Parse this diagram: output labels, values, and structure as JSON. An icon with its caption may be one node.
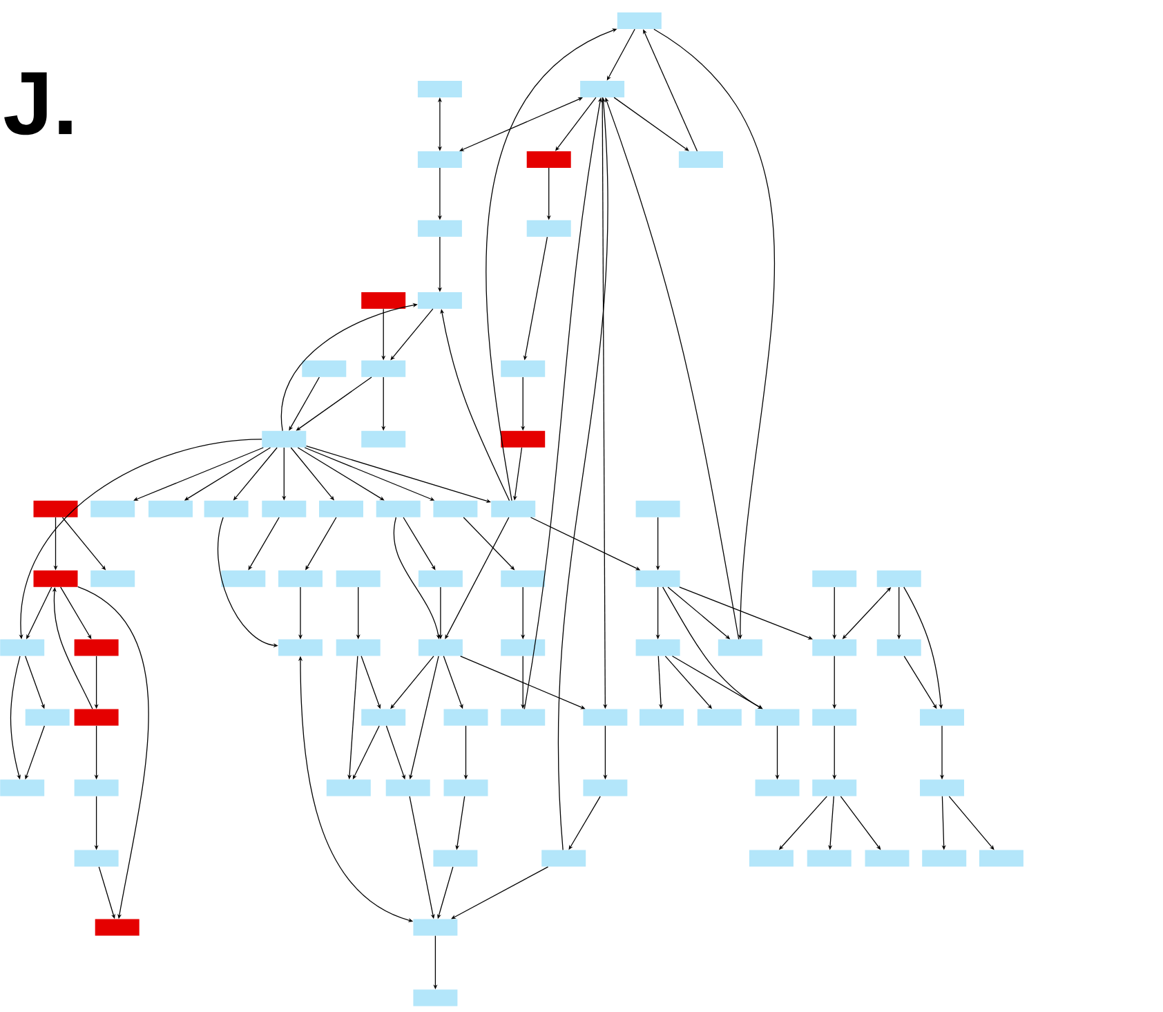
{
  "diagram": {
    "nodes": [
      {
        "text": [],
        "shape": "box"
      },
      {
        "text": [],
        "shape": "box"
      },
      {
        "text": [],
        "shape": "box"
      },
      {
        "text": [],
        "shape": "box"
      },
      {
        "text": [],
        "shape": "box"
      },
      {
        "text": [],
        "shape": "box"
      },
      {
        "text": [],
        "shape": "box"
      },
      {
        "text": [],
        "shape": "box"
      },
      {
        "text": [],
        "shape": "box"
      },
      {
        "text": [],
        "shape": "box"
      },
      {
        "text": [],
        "shape": "box"
      },
      {
        "text": [],
        "shape": "box"
      },
      {
        "text": [],
        "shape": "box"
      },
      {
        "text": [],
        "shape": "box"
      },
      {
        "text": [],
        "shape": "box"
      },
      {
        "text": [],
        "shape": "box"
      },
      {
        "text": [],
        "shape": "box"
      },
      {
        "text": [],
        "shape": "box"
      },
      {
        "text": [],
        "shape": "box"
      },
      {
        "text": [],
        "shape": "box"
      },
      {
        "text": [],
        "shape": "box"
      },
      {
        "text": [],
        "shape": "box"
      },
      {
        "text": [],
        "shape": "box"
      },
      {
        "text": [],
        "shape": "box"
      },
      {
        "text": [],
        "shape": "box"
      },
      {
        "text": [],
        "shape": "box"
      },
      {
        "text": [],
        "shape": "box"
      },
      {
        "text": [],
        "shape": "box"
      },
      {
        "text": [],
        "shape": "box"
      },
      {
        "text": [],
        "shape": "box"
      },
      {
        "text": [],
        "shape": "box"
      },
      {
        "text": [],
        "shape": "box"
      },
      {
        "text": [],
        "shape": "box"
      },
      {
        "text": [],
        "shape": "box"
      },
      {
        "text": [],
        "shape": "box"
      },
      {
        "text": [],
        "shape": "box"
      },
      {
        "text": [],
        "shape": "box"
      },
      {
        "text": [],
        "shape": "box"
      },
      {
        "text": [],
        "shape": "box"
      },
      {
        "text": [],
        "shape": "box"
      },
      {
        "text": [],
        "shape": "box"
      },
      {
        "text": [],
        "shape": "box"
      },
      {
        "text": [],
        "shape": "box"
      },
      {
        "text": [],
        "shape": "box"
      },
      {
        "text": [],
        "shape": "box"
      },
      {
        "text": [],
        "shape": "box"
      },
      {
        "text": [],
        "shape": "box"
      },
      {
        "text": [],
        "shape": "box"
      },
      {
        "text": [],
        "shape": "box"
      },
      {
        "text": [],
        "shape": "box"
      },
      {
        "text": [],
        "shape": "box"
      },
      {
        "text": [],
        "shape": "box"
      },
      {
        "text": [],
        "shape": "box"
      },
      {
        "text": [],
        "shape": "box"
      },
      {
        "text": [],
        "shape": "box"
      },
      {
        "text": [],
        "shape": "box"
      },
      {
        "text": [],
        "shape": "box"
      },
      {
        "text": [],
        "shape": "box"
      },
      {
        "text": [],
        "shape": "box"
      },
      {
        "text": [],
        "shape": "box"
      },
      {
        "text": [],
        "shape": "box"
      },
      {
        "text": [],
        "shape": "box"
      },
      {
        "text": [],
        "shape": "box"
      },
      {
        "text": [],
        "shape": "box"
      },
      {
        "text": [],
        "shape": "box"
      },
      {
        "text": [],
        "shape": "box"
      },
      {
        "text": [],
        "shape": "box"
      },
      {
        "text": [],
        "shape": "box"
      },
      {
        "text": [],
        "shape": "box"
      },
      {
        "text": [],
        "shape": "box"
      },
      {
        "text": [],
        "shape": "box"
      },
      {
        "text": [],
        "shape": "box"
      },
      {
        "text": [],
        "shape": "box"
      },
      {
        "text": [],
        "shape": "box"
      },
      {
        "text": [],
        "shape": "box"
      },
      {
        "text": [],
        "shape": "box"
      },
      {
        "text": [],
        "shape": "box"
      }
    ],
    "edges": [
      {
        "from": 0,
        "to": 2,
        "arrow": "to"
      },
      {
        "from": 3,
        "to": 2,
        "arrow": "both"
      },
      {
        "from": 24,
        "to": 0,
        "arrow": "to"
      },
      {
        "from": 50,
        "to": 2,
        "arrow": "to"
      },
      {
        "from": 2,
        "to": 4,
        "arrow": "to"
      },
      {
        "from": 2,
        "to": 5,
        "arrow": "to"
      },
      {
        "from": 5,
        "to": 0,
        "arrow": "to"
      },
      {
        "from": 0,
        "to": 43,
        "arrow": "to"
      },
      {
        "from": 2,
        "to": 51,
        "arrow": "to"
      },
      {
        "from": 68,
        "to": 2,
        "arrow": "to"
      },
      {
        "from": 43,
        "to": 2,
        "arrow": "to"
      },
      {
        "from": 4,
        "to": 7,
        "arrow": "to"
      },
      {
        "from": 7,
        "to": 12,
        "arrow": "to"
      },
      {
        "from": 12,
        "to": 15,
        "arrow": "to"
      },
      {
        "from": 15,
        "to": 24,
        "arrow": "to"
      },
      {
        "from": 1,
        "to": 3,
        "arrow": "both"
      },
      {
        "from": 3,
        "to": 6,
        "arrow": "to"
      },
      {
        "from": 6,
        "to": 9,
        "arrow": "to"
      },
      {
        "from": 8,
        "to": 11,
        "arrow": "to"
      },
      {
        "from": 9,
        "to": 11,
        "arrow": "to"
      },
      {
        "from": 13,
        "to": 9,
        "arrow": "to"
      },
      {
        "from": 24,
        "to": 9,
        "arrow": "to"
      },
      {
        "from": 10,
        "to": 13,
        "arrow": "to"
      },
      {
        "from": 11,
        "to": 13,
        "arrow": "to"
      },
      {
        "from": 11,
        "to": 14,
        "arrow": "to"
      },
      {
        "from": 13,
        "to": 36,
        "arrow": "to"
      },
      {
        "from": 13,
        "to": 17,
        "arrow": "to"
      },
      {
        "from": 13,
        "to": 18,
        "arrow": "to"
      },
      {
        "from": 13,
        "to": 19,
        "arrow": "to"
      },
      {
        "from": 13,
        "to": 20,
        "arrow": "to"
      },
      {
        "from": 13,
        "to": 21,
        "arrow": "to"
      },
      {
        "from": 13,
        "to": 22,
        "arrow": "to"
      },
      {
        "from": 13,
        "to": 23,
        "arrow": "to"
      },
      {
        "from": 13,
        "to": 24,
        "arrow": "to"
      },
      {
        "from": 16,
        "to": 26,
        "arrow": "to"
      },
      {
        "from": 16,
        "to": 27,
        "arrow": "to"
      },
      {
        "from": 26,
        "to": 36,
        "arrow": "to"
      },
      {
        "from": 26,
        "to": 37,
        "arrow": "to"
      },
      {
        "from": 26,
        "to": 74,
        "arrow": "to"
      },
      {
        "from": 47,
        "to": 26,
        "arrow": "to"
      },
      {
        "from": 36,
        "to": 46,
        "arrow": "to"
      },
      {
        "from": 36,
        "to": 57,
        "arrow": "to"
      },
      {
        "from": 46,
        "to": 57,
        "arrow": "to"
      },
      {
        "from": 37,
        "to": 47,
        "arrow": "to"
      },
      {
        "from": 47,
        "to": 58,
        "arrow": "to"
      },
      {
        "from": 58,
        "to": 66,
        "arrow": "to"
      },
      {
        "from": 66,
        "to": 74,
        "arrow": "to"
      },
      {
        "from": 19,
        "to": 38,
        "arrow": "to"
      },
      {
        "from": 20,
        "to": 28,
        "arrow": "to"
      },
      {
        "from": 21,
        "to": 29,
        "arrow": "to"
      },
      {
        "from": 29,
        "to": 38,
        "arrow": "to"
      },
      {
        "from": 30,
        "to": 39,
        "arrow": "to"
      },
      {
        "from": 22,
        "to": 31,
        "arrow": "to"
      },
      {
        "from": 22,
        "to": 40,
        "arrow": "to"
      },
      {
        "from": 31,
        "to": 40,
        "arrow": "to"
      },
      {
        "from": 24,
        "to": 40,
        "arrow": "to"
      },
      {
        "from": 23,
        "to": 32,
        "arrow": "to"
      },
      {
        "from": 32,
        "to": 41,
        "arrow": "to"
      },
      {
        "from": 41,
        "to": 50,
        "arrow": "to"
      },
      {
        "from": 24,
        "to": 33,
        "arrow": "to"
      },
      {
        "from": 40,
        "to": 48,
        "arrow": "to"
      },
      {
        "from": 40,
        "to": 49,
        "arrow": "to"
      },
      {
        "from": 40,
        "to": 60,
        "arrow": "to"
      },
      {
        "from": 40,
        "to": 51,
        "arrow": "to"
      },
      {
        "from": 39,
        "to": 48,
        "arrow": "to"
      },
      {
        "from": 39,
        "to": 59,
        "arrow": "to"
      },
      {
        "from": 48,
        "to": 59,
        "arrow": "to"
      },
      {
        "from": 48,
        "to": 60,
        "arrow": "to"
      },
      {
        "from": 49,
        "to": 61,
        "arrow": "to"
      },
      {
        "from": 61,
        "to": 67,
        "arrow": "to"
      },
      {
        "from": 67,
        "to": 75,
        "arrow": "to"
      },
      {
        "from": 60,
        "to": 75,
        "arrow": "to"
      },
      {
        "from": 68,
        "to": 75,
        "arrow": "to"
      },
      {
        "from": 38,
        "to": 75,
        "arrow": "both"
      },
      {
        "from": 51,
        "to": 62,
        "arrow": "to"
      },
      {
        "from": 62,
        "to": 68,
        "arrow": "to"
      },
      {
        "from": 75,
        "to": 76,
        "arrow": "to"
      },
      {
        "from": 25,
        "to": 33,
        "arrow": "to"
      },
      {
        "from": 33,
        "to": 42,
        "arrow": "to"
      },
      {
        "from": 33,
        "to": 43,
        "arrow": "to"
      },
      {
        "from": 33,
        "to": 44,
        "arrow": "to"
      },
      {
        "from": 33,
        "to": 54,
        "arrow": "to"
      },
      {
        "from": 42,
        "to": 52,
        "arrow": "to"
      },
      {
        "from": 42,
        "to": 53,
        "arrow": "to"
      },
      {
        "from": 42,
        "to": 54,
        "arrow": "to"
      },
      {
        "from": 34,
        "to": 44,
        "arrow": "to"
      },
      {
        "from": 44,
        "to": 35,
        "arrow": "both"
      },
      {
        "from": 35,
        "to": 45,
        "arrow": "to"
      },
      {
        "from": 35,
        "to": 56,
        "arrow": "to"
      },
      {
        "from": 45,
        "to": 56,
        "arrow": "to"
      },
      {
        "from": 44,
        "to": 55,
        "arrow": "to"
      },
      {
        "from": 55,
        "to": 64,
        "arrow": "to"
      },
      {
        "from": 54,
        "to": 63,
        "arrow": "to"
      },
      {
        "from": 64,
        "to": 69,
        "arrow": "to"
      },
      {
        "from": 64,
        "to": 70,
        "arrow": "to"
      },
      {
        "from": 64,
        "to": 71,
        "arrow": "to"
      },
      {
        "from": 56,
        "to": 65,
        "arrow": "to"
      },
      {
        "from": 65,
        "to": 72,
        "arrow": "to"
      },
      {
        "from": 65,
        "to": 73,
        "arrow": "to"
      }
    ],
    "labels": [
      "J."
    ]
  }
}
